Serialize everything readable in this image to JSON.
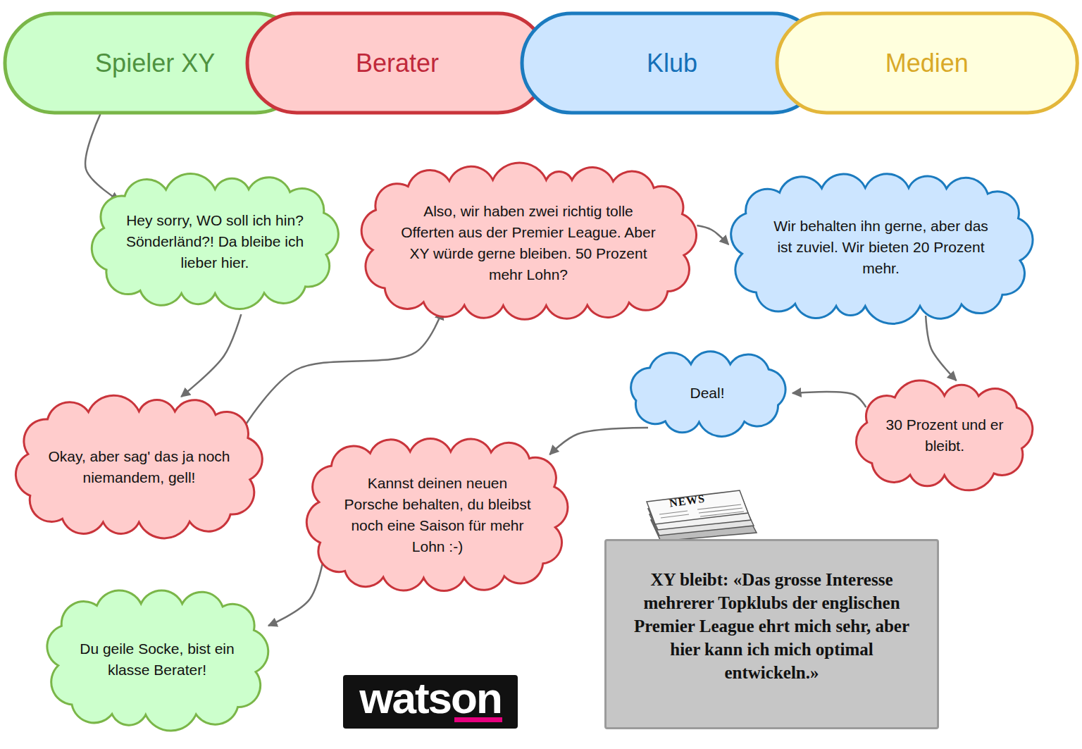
{
  "diagram": {
    "nodes": [
      {
        "text": [
          "Spieler XY"
        ]
      },
      {
        "text": [
          "Berater"
        ]
      },
      {
        "text": [
          "Klub"
        ]
      },
      {
        "text": [
          "Medien"
        ]
      },
      {
        "text": [
          "Hey sorry, WO soll ich hin? Sönderländ?! Da bleibe ich lieber hier."
        ]
      },
      {
        "text": [
          "Okay, aber sag' das ja noch niemandem, gell!"
        ]
      },
      {
        "text": [
          "Also, wir haben zwei richtig tolle Offerten aus der Premier League. Aber XY würde gerne bleiben. 50 Prozent mehr Lohn?"
        ]
      },
      {
        "text": [
          "Wir behalten ihn gerne, aber das ist zuviel. Wir bieten 20 Prozent mehr."
        ]
      },
      {
        "text": [
          "30 Prozent und er bleibt."
        ]
      },
      {
        "text": [
          "Deal!"
        ]
      },
      {
        "text": [
          "Kannst deinen neuen Porsche behalten, du bleibst noch eine Saison für mehr Lohn :-)"
        ]
      },
      {
        "text": [
          "Du geile Socke, bist ein klasse Berater!"
        ]
      },
      {
        "text": [
          "XY bleibt: «Das grosse Interesse mehrerer Topklubs der englischen Premier League ehrt mich sehr, aber hier kann ich mich optimal entwickeln.»"
        ]
      }
    ],
    "edges": [
      {
        "from": 0,
        "to": 4,
        "arrow": "to"
      },
      {
        "from": 4,
        "to": 5,
        "arrow": "to"
      },
      {
        "from": 5,
        "to": 6,
        "arrow": "to"
      },
      {
        "from": 6,
        "to": 7,
        "arrow": "to"
      },
      {
        "from": 7,
        "to": 8,
        "arrow": "to"
      },
      {
        "from": 8,
        "to": 9,
        "arrow": "to"
      },
      {
        "from": 9,
        "to": 10,
        "arrow": "to"
      },
      {
        "from": 10,
        "to": 11,
        "arrow": "to"
      }
    ],
    "labels": [
      "NEWS",
      "watson"
    ]
  }
}
